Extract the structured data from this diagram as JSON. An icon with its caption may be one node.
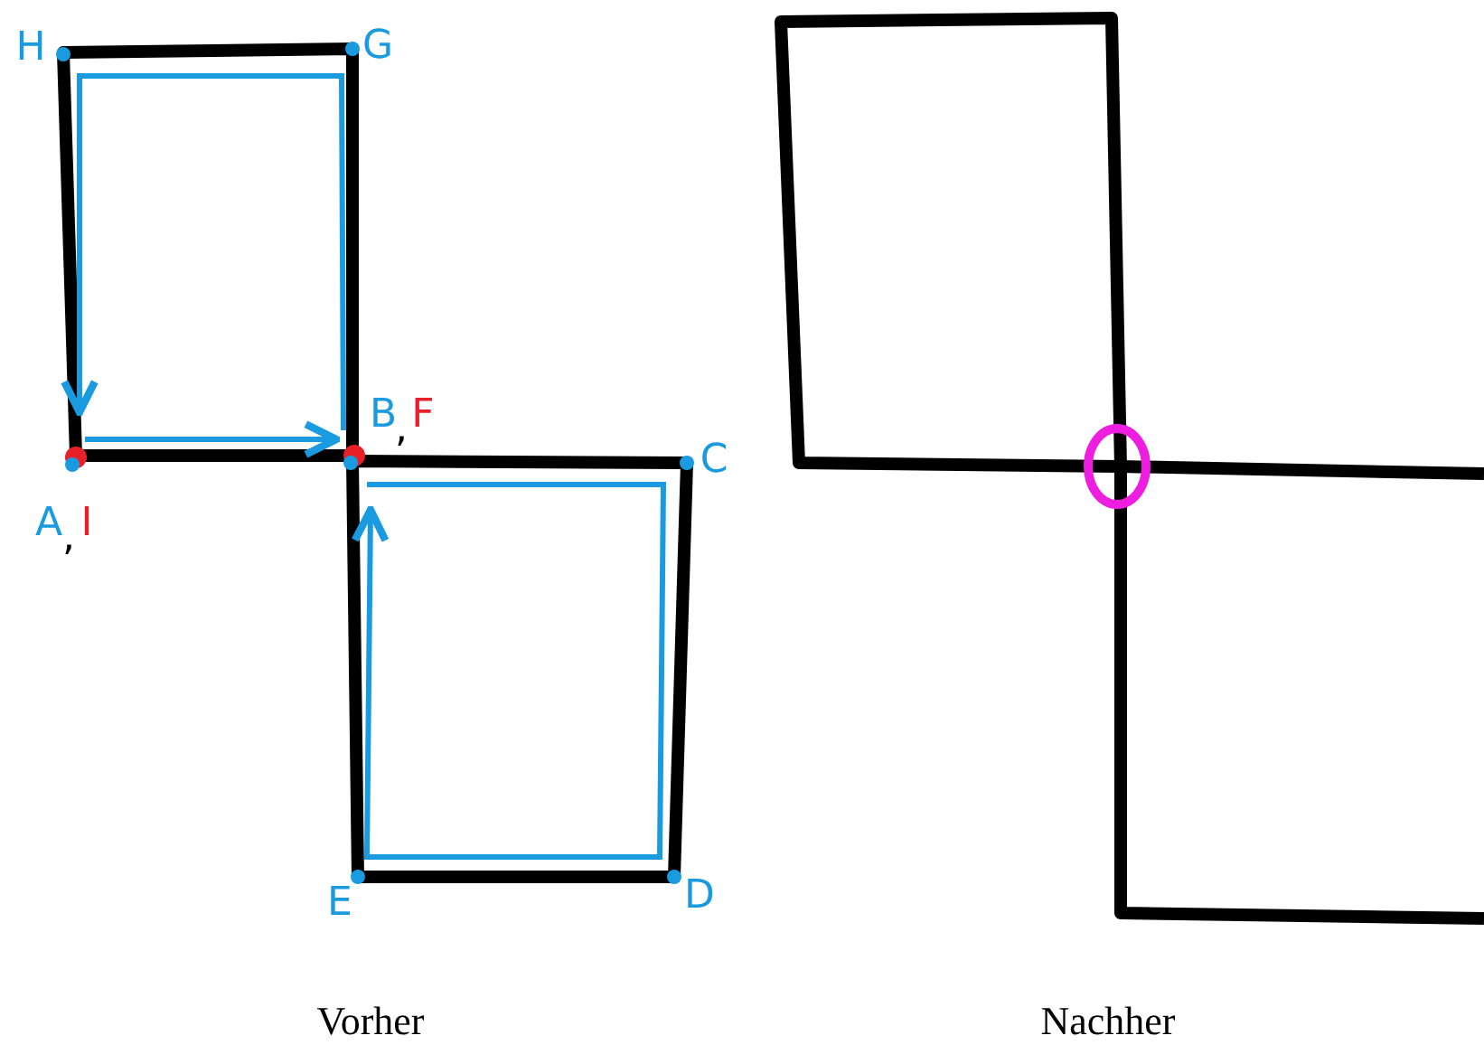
{
  "diagram": {
    "labels": [
      "H",
      "G",
      "B",
      ",",
      "F",
      "A",
      ",",
      "I",
      "C",
      "E",
      "D",
      "Vorher",
      "Nachher"
    ]
  }
}
